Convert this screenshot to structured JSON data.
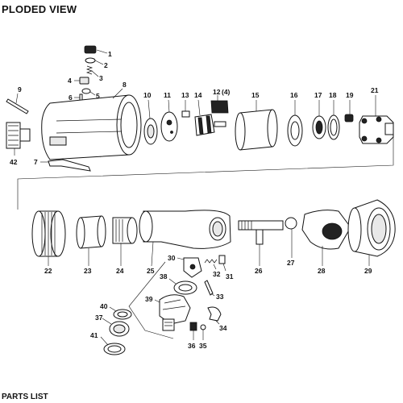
{
  "header": {
    "title": "PLODED VIEW"
  },
  "footer": {
    "title": "PARTS LIST"
  },
  "parts": {
    "p1": "1",
    "p2": "2",
    "p3": "3",
    "p4": "4",
    "p5": "5",
    "p6": "6",
    "p7": "7",
    "p8": "8",
    "p9": "9",
    "p10": "10",
    "p11": "11",
    "p12": "12",
    "p12q": "(4)",
    "p13": "13",
    "p14": "14",
    "p15": "15",
    "p16": "16",
    "p17": "17",
    "p18": "18",
    "p19": "19",
    "p21": "21",
    "p22": "22",
    "p23": "23",
    "p24": "24",
    "p25": "25",
    "p26": "26",
    "p27": "27",
    "p28": "28",
    "p29": "29",
    "p30": "30",
    "p31": "31",
    "p32": "32",
    "p33": "33",
    "p34": "34",
    "p35": "35",
    "p36": "36",
    "p37": "37",
    "p38": "38",
    "p39": "39",
    "p40": "40",
    "p41": "41",
    "p42": "42"
  }
}
